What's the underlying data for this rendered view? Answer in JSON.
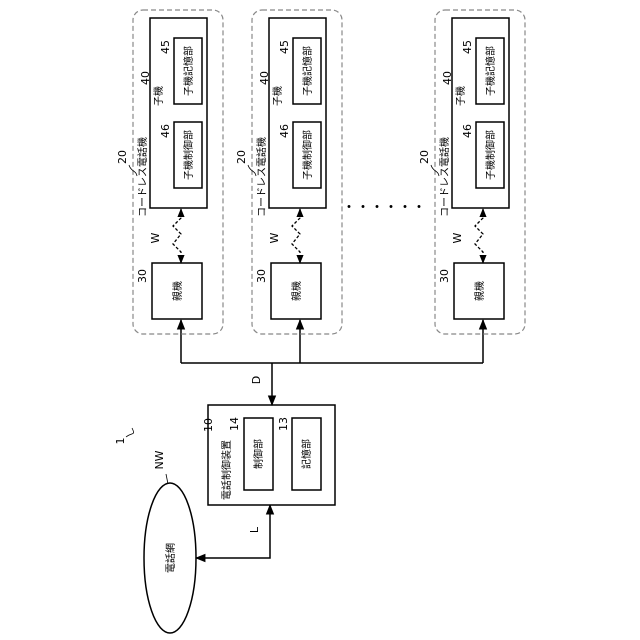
{
  "system_ref": "1",
  "network": {
    "ref": "NW",
    "label": "電話網"
  },
  "link_L": "L",
  "link_D": "D",
  "controller": {
    "ref": "10",
    "label": "電話制御装置",
    "control": {
      "ref": "14",
      "label": "制御部"
    },
    "storage": {
      "ref": "13",
      "label": "記憶部"
    }
  },
  "cordless_phones": [
    {
      "ref": "20",
      "label": "コードレス電話機",
      "wireless": "W",
      "base": {
        "ref": "30",
        "label": "親機"
      },
      "handset": {
        "ref": "40",
        "label": "子機",
        "control": {
          "ref": "46",
          "label": "子機制御部"
        },
        "storage": {
          "ref": "45",
          "label": "子機記憶部"
        }
      }
    },
    {
      "ref": "20",
      "label": "コードレス電話機",
      "wireless": "W",
      "base": {
        "ref": "30",
        "label": "親機"
      },
      "handset": {
        "ref": "40",
        "label": "子機",
        "control": {
          "ref": "46",
          "label": "子機制御部"
        },
        "storage": {
          "ref": "45",
          "label": "子機記憶部"
        }
      }
    },
    {
      "ref": "20",
      "label": "コードレス電話機",
      "wireless": "W",
      "base": {
        "ref": "30",
        "label": "親機"
      },
      "handset": {
        "ref": "40",
        "label": "子機",
        "control": {
          "ref": "46",
          "label": "子機制御部"
        },
        "storage": {
          "ref": "45",
          "label": "子機記憶部"
        }
      }
    }
  ],
  "ellipsis": "・・・・・・"
}
